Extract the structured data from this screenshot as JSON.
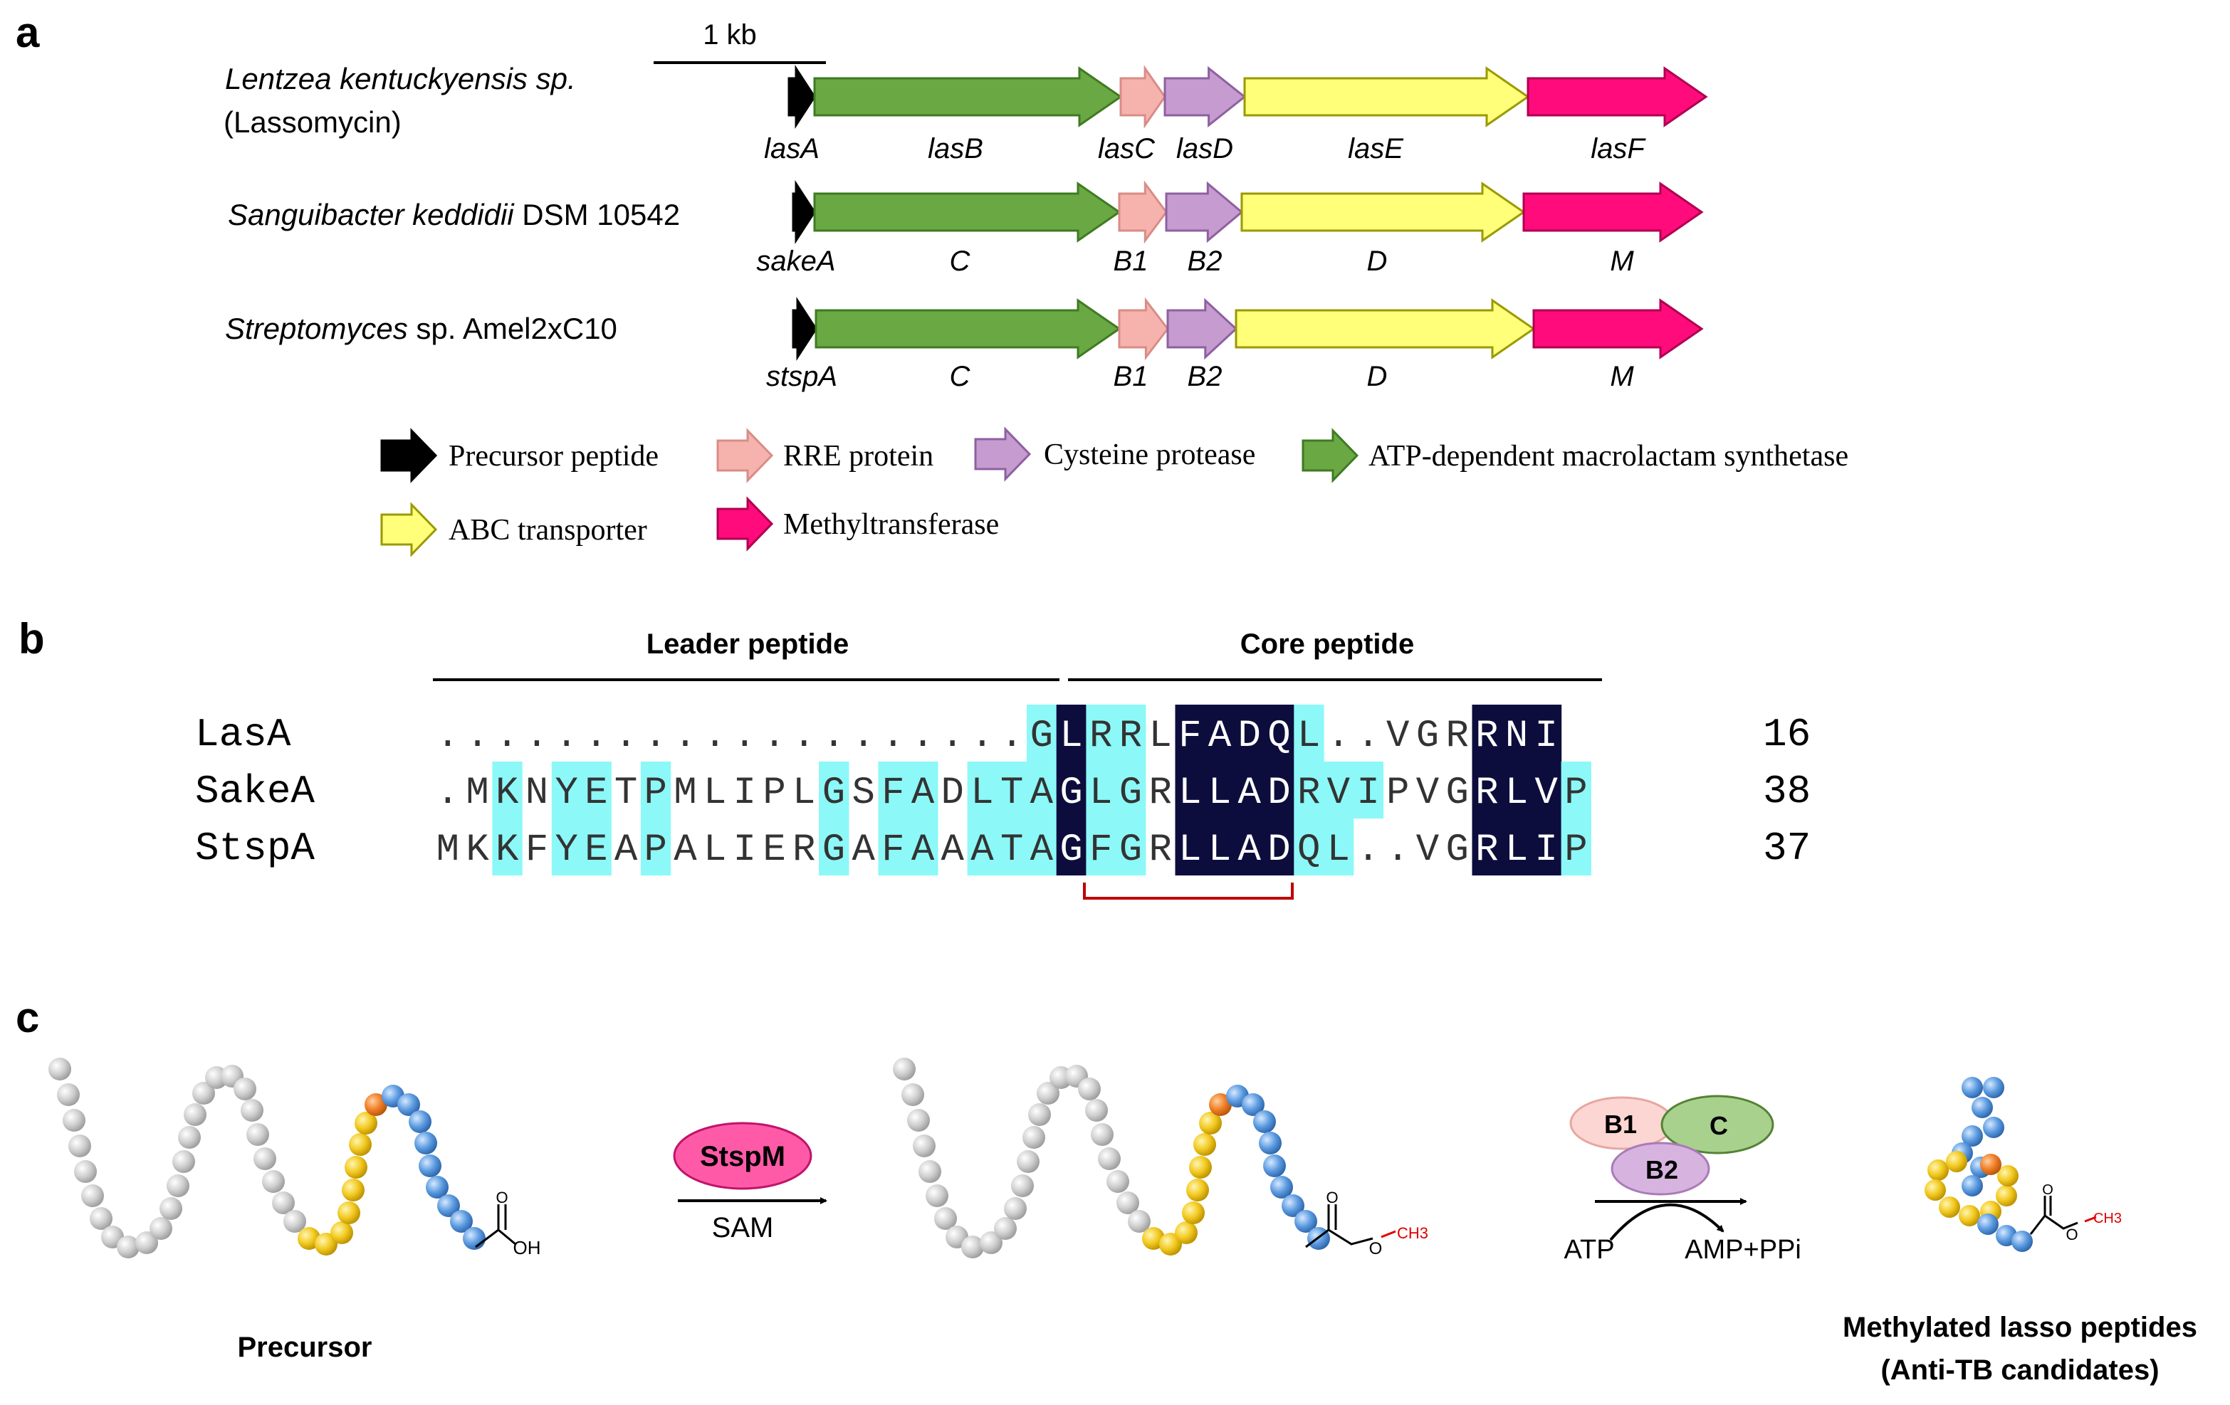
{
  "panel_a": {
    "label": "a",
    "scale_label": "1 kb",
    "organisms": [
      {
        "name_parts": [
          {
            "text": "Lentzea kentuckyensis sp.",
            "italic": true
          }
        ],
        "second_line": "(Lassomycin)",
        "genes": [
          "lasA",
          "lasB",
          "lasC",
          "lasD",
          "lasE",
          "lasF"
        ]
      },
      {
        "name_parts": [
          {
            "text": "Sanguibacter keddidii",
            "italic": true
          },
          {
            "text": " DSM 10542",
            "italic": false
          }
        ],
        "second_line": "",
        "genes": [
          "sakeA",
          "C",
          "B1",
          "B2",
          "D",
          "M"
        ]
      },
      {
        "name_parts": [
          {
            "text": "Streptomyces",
            "italic": true
          },
          {
            "text": " sp. Amel2xC10",
            "italic": false
          }
        ],
        "second_line": "",
        "genes": [
          "stspA",
          "C",
          "B1",
          "B2",
          "D",
          "M"
        ]
      }
    ],
    "legend": [
      {
        "label": "Precursor peptide",
        "color": "#000000"
      },
      {
        "label": "RRE protein",
        "color": "#f6b3ae"
      },
      {
        "label": "Cysteine protease",
        "color": "#c59bd0"
      },
      {
        "label": "ATP-dependent macrolactam synthetase",
        "color": "#6aa844"
      },
      {
        "label": "ABC transporter",
        "color": "#ffff7a"
      },
      {
        "label": "Methyltransferase",
        "color": "#ff0b7c"
      }
    ]
  },
  "panel_b": {
    "label": "b",
    "leader_label": "Leader peptide",
    "core_label": "Core peptide",
    "rows": [
      {
        "name": "LasA",
        "seq": "....................GLRRLFADQL..VGRRNI",
        "count": "16"
      },
      {
        "name": "SakeA",
        "seq": ".MKNYETPMLIPLGSFADLTAGLGRLLADRVIPVGRLVP",
        "count": "38"
      },
      {
        "name": "StspA",
        "seq": "MKKFYEAPALIERGAFAAATAGFGRLLADQL..VGRLIP",
        "count": "37"
      }
    ],
    "highlight": {
      "dark": [
        21,
        25,
        26,
        27,
        28,
        35,
        36,
        37
      ],
      "cyan": [
        2,
        4,
        5,
        7,
        13,
        15,
        16,
        18,
        19,
        20,
        22,
        23,
        29,
        30,
        31,
        38
      ]
    },
    "colors": {
      "dark": "#0d0d3d",
      "cyan": "#8cf8f8",
      "bracket": "#c00000"
    }
  },
  "panel_c": {
    "label": "c",
    "enzyme": "StspM",
    "cofactor": "SAM",
    "precursor_label": "Precursor",
    "oh": "OH",
    "o": "O",
    "ch3": "CH3",
    "complex": [
      "B1",
      "C",
      "B2"
    ],
    "atp": "ATP",
    "products": "AMP+PPi",
    "product_label_1": "Methylated lasso peptides",
    "product_label_2": "(Anti-TB candidates)",
    "bead_colors": {
      "grey": "#cfcfcf",
      "yellow": "#f2c81e",
      "orange": "#f07d25",
      "blue": "#5b9be0"
    }
  }
}
